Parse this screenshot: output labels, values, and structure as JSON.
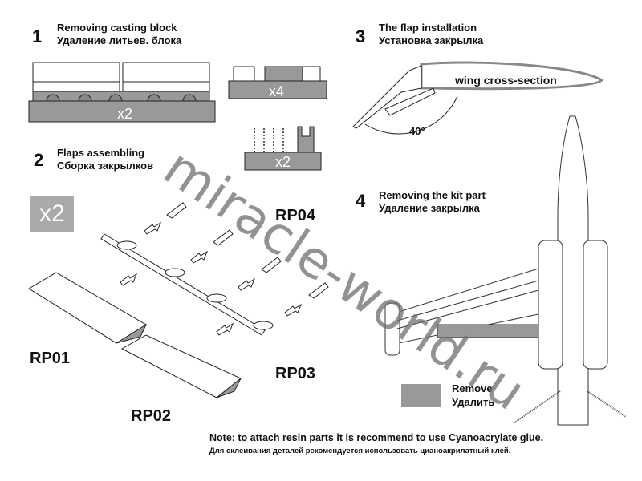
{
  "colors": {
    "remove_gray": "#999999",
    "line": "#222222",
    "watermark": "#7a7a7a"
  },
  "steps": [
    {
      "number": "1",
      "title_en": "Removing casting block",
      "title_ru": "Удаление литьев. блока"
    },
    {
      "number": "2",
      "title_en": "Flaps assembling",
      "title_ru": "Сборка закрылков"
    },
    {
      "number": "3",
      "title_en": "The flap installation",
      "title_ru": "Установка закрылка"
    },
    {
      "number": "4",
      "title_en": "Removing the kit part",
      "title_ru": "Удаление закрылка"
    }
  ],
  "casting_blocks": [
    {
      "qty": "x2"
    },
    {
      "qty": "x4"
    },
    {
      "qty": "x2"
    }
  ],
  "flaps_multiplier": "x2",
  "parts": {
    "rp01": "RP01",
    "rp02": "RP02",
    "rp03": "RP03",
    "rp04": "RP04"
  },
  "flap_install": {
    "wing_label": "wing cross-section",
    "angle": "40°"
  },
  "legend": {
    "remove_en": "Remove",
    "remove_ru": "Удалить"
  },
  "note": {
    "en": "Note: to attach resin parts it is recommend to use Cyanoacrylate glue.",
    "ru": "Для склеивания деталей рекомендуется использовать цианоакрилатный клей."
  },
  "watermark": "miracle-world.ru"
}
